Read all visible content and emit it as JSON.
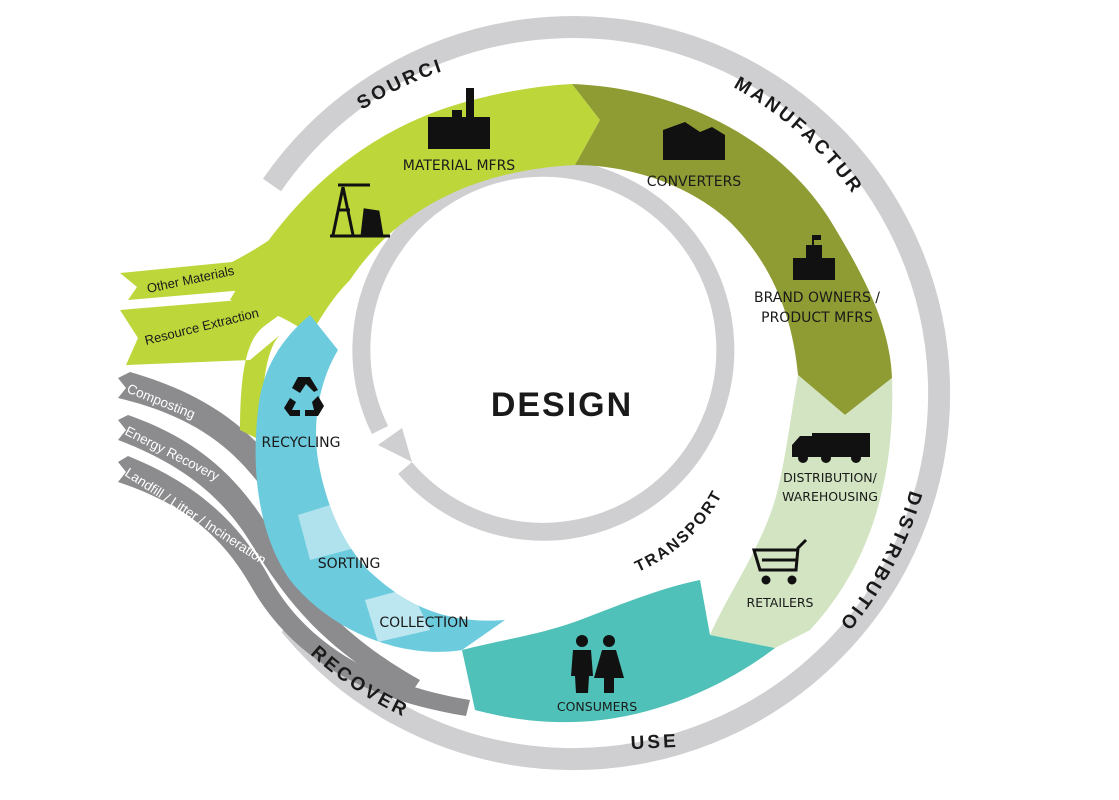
{
  "center_label": "DESIGN",
  "transport_label": "TRANSPORT",
  "outer_stages": {
    "sourcing": "SOURCING",
    "manufacture": "MANUFACTURE",
    "distribution": "DISTRIBUTION",
    "use": "USE",
    "recovery": "RECOVERY"
  },
  "nodes": {
    "material_mfrs": "MATERIAL MFRS",
    "converters": "CONVERTERS",
    "brand_owners_line1": "BRAND OWNERS /",
    "brand_owners_line2": "PRODUCT MFRS",
    "distribution_line1": "DISTRIBUTION/",
    "distribution_line2": "WAREHOUSING",
    "retailers": "RETAILERS",
    "consumers": "CONSUMERS",
    "collection": "COLLECTION",
    "sorting": "SORTING",
    "recycling": "RECYCLING"
  },
  "inputs": {
    "other_materials": "Other Materials",
    "resource_extraction": "Resource Extraction"
  },
  "outputs": {
    "composting": "Composting",
    "energy_recovery": "Energy Recovery",
    "landfill": "Landfill / Litter / Incineration"
  },
  "icons": [
    "factory-icon",
    "oil-pump-icon",
    "converter-building-icon",
    "brand-building-icon",
    "truck-icon",
    "shopping-cart-icon",
    "consumers-icon",
    "recycling-icon"
  ],
  "colors": {
    "sourcing": "#bdd63a",
    "manufacture": "#8f9c34",
    "distribution": "#d2e4c1",
    "use": "#4fc1b8",
    "recovery": "#6dcbde",
    "track": "#cfcfd1",
    "output_branch": "#8c8c8e"
  }
}
